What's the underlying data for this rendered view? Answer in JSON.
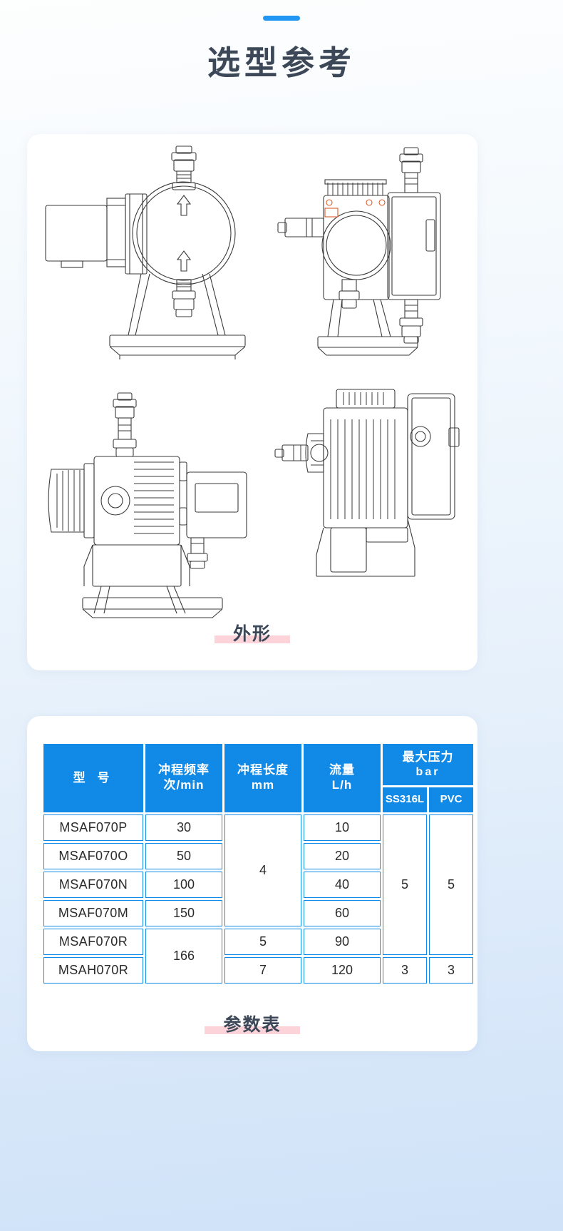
{
  "header": {
    "title": "选型参考",
    "rule_color": "#2196f3",
    "title_color": "#3c4758"
  },
  "drawing_card": {
    "caption": "外形",
    "highlight_color": "#fbd3d8",
    "views": [
      {
        "name": "pump-front-view"
      },
      {
        "name": "pump-rear-view"
      },
      {
        "name": "pump-side-view"
      },
      {
        "name": "pump-top-view"
      }
    ]
  },
  "spec_table": {
    "caption": "参数表",
    "header_color": "#1189e6",
    "headers": {
      "model": "型  号",
      "stroke_freq": "冲程频率",
      "stroke_freq_unit": "次/min",
      "stroke_len": "冲程长度",
      "stroke_len_unit": "mm",
      "flow": "流量",
      "flow_unit": "L/h",
      "max_pressure": "最大压力",
      "max_pressure_unit": "bar",
      "mat_ss": "SS316L",
      "mat_pvc": "PVC"
    },
    "rows": [
      {
        "model": "MSAF070P",
        "freq": "30",
        "len": "",
        "flow": "10",
        "ss": "",
        "pvc": ""
      },
      {
        "model": "MSAF070O",
        "freq": "50",
        "len": "",
        "flow": "20",
        "ss": "",
        "pvc": ""
      },
      {
        "model": "MSAF070N",
        "freq": "100",
        "len": "",
        "flow": "40",
        "ss": "",
        "pvc": ""
      },
      {
        "model": "MSAF070M",
        "freq": "150",
        "len": "",
        "flow": "60",
        "ss": "",
        "pvc": ""
      },
      {
        "model": "MSAF070R",
        "freq": "",
        "len": "5",
        "flow": "90",
        "ss": "",
        "pvc": ""
      },
      {
        "model": "MSAH070R",
        "freq": "",
        "len": "7",
        "flow": "120",
        "ss": "3",
        "pvc": "3"
      }
    ],
    "merged": {
      "stroke_len_top": "4",
      "freq_bottom": "166",
      "ss_top": "5",
      "pvc_top": "5"
    }
  }
}
